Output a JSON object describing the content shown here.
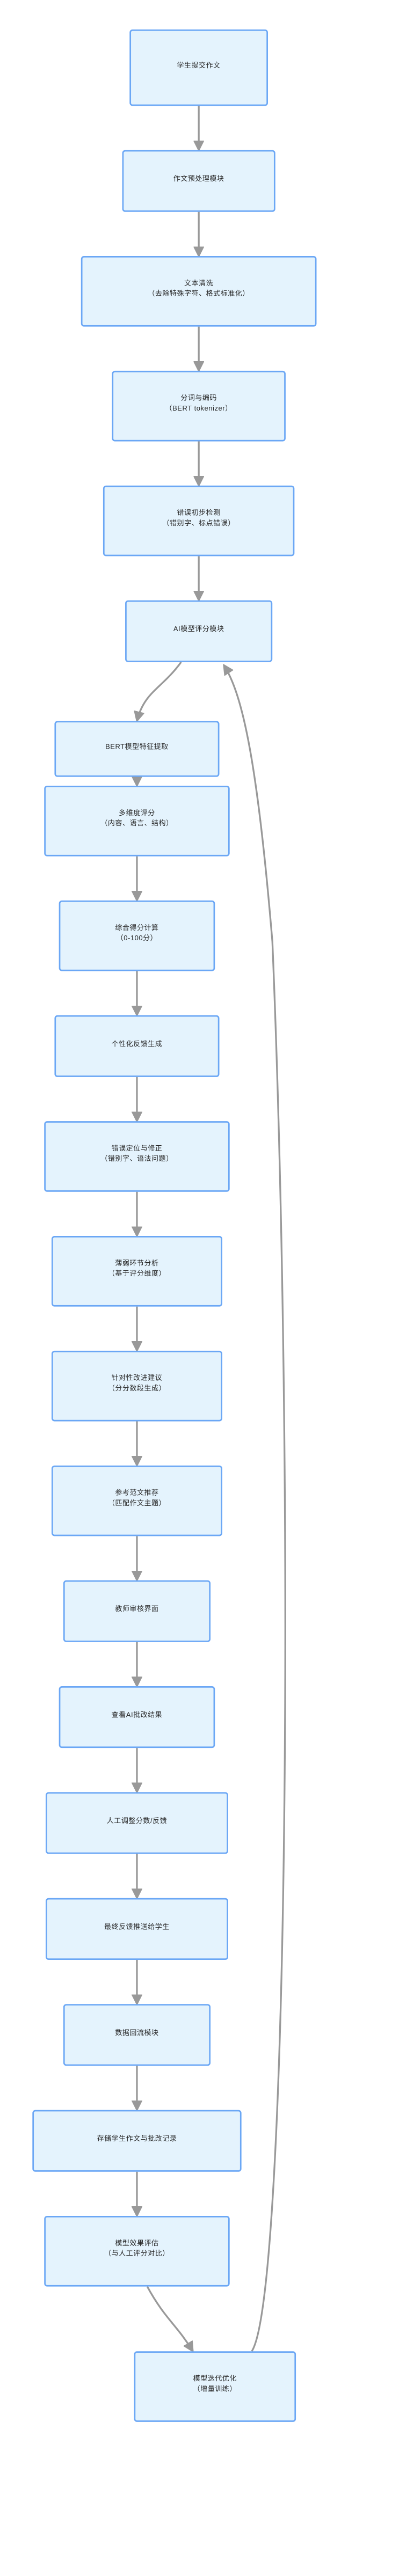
{
  "diagram": {
    "type": "flowchart",
    "direction": "top-to-bottom",
    "title": "",
    "theme": {
      "node_fill": "#e4f3fd",
      "node_border": "#6ba7f5",
      "edge_color": "#999999",
      "text_color": "#262626",
      "background": "#ffffff"
    },
    "nodes": [
      {
        "id": "n1",
        "line1": "学生提交作文",
        "line2": ""
      },
      {
        "id": "n2",
        "line1": "作文预处理模块",
        "line2": ""
      },
      {
        "id": "n3",
        "line1": "文本清洗",
        "line2": "（去除特殊字符、格式标准化）"
      },
      {
        "id": "n4",
        "line1": "分词与编码",
        "line2": "（BERT tokenizer）"
      },
      {
        "id": "n5",
        "line1": "错误初步检测",
        "line2": "（错别字、标点错误）"
      },
      {
        "id": "n6",
        "line1": "AI模型评分模块",
        "line2": ""
      },
      {
        "id": "n7",
        "line1": "BERT模型特征提取",
        "line2": ""
      },
      {
        "id": "n8",
        "line1": "多维度评分",
        "line2": "（内容、语言、结构）"
      },
      {
        "id": "n9",
        "line1": "综合得分计算",
        "line2": "（0-100分）"
      },
      {
        "id": "n10",
        "line1": "个性化反馈生成",
        "line2": ""
      },
      {
        "id": "n11",
        "line1": "错误定位与修正",
        "line2": "（错别字、语法问题）"
      },
      {
        "id": "n12",
        "line1": "薄弱环节分析",
        "line2": "（基于评分维度）"
      },
      {
        "id": "n13",
        "line1": "针对性改进建议",
        "line2": "（分分数段生成）"
      },
      {
        "id": "n14",
        "line1": "参考范文推荐",
        "line2": "（匹配作文主题）"
      },
      {
        "id": "n15",
        "line1": "教师审核界面",
        "line2": ""
      },
      {
        "id": "n16",
        "line1": "查看AI批改结果",
        "line2": ""
      },
      {
        "id": "n17",
        "line1": "人工调整分数/反馈",
        "line2": ""
      },
      {
        "id": "n18",
        "line1": "最终反馈推送给学生",
        "line2": ""
      },
      {
        "id": "n19",
        "line1": "数据回流模块",
        "line2": ""
      },
      {
        "id": "n20",
        "line1": "存储学生作文与批改记录",
        "line2": ""
      },
      {
        "id": "n21",
        "line1": "模型效果评估",
        "line2": "（与人工评分对比）"
      },
      {
        "id": "n22",
        "line1": "模型迭代优化",
        "line2": "（增量训练）"
      }
    ],
    "edges": [
      {
        "from": "n1",
        "to": "n2"
      },
      {
        "from": "n2",
        "to": "n3"
      },
      {
        "from": "n3",
        "to": "n4"
      },
      {
        "from": "n4",
        "to": "n5"
      },
      {
        "from": "n5",
        "to": "n6"
      },
      {
        "from": "n6",
        "to": "n7"
      },
      {
        "from": "n7",
        "to": "n8"
      },
      {
        "from": "n8",
        "to": "n9"
      },
      {
        "from": "n9",
        "to": "n10"
      },
      {
        "from": "n10",
        "to": "n11"
      },
      {
        "from": "n11",
        "to": "n12"
      },
      {
        "from": "n12",
        "to": "n13"
      },
      {
        "from": "n13",
        "to": "n14"
      },
      {
        "from": "n14",
        "to": "n15"
      },
      {
        "from": "n15",
        "to": "n16"
      },
      {
        "from": "n16",
        "to": "n17"
      },
      {
        "from": "n17",
        "to": "n18"
      },
      {
        "from": "n18",
        "to": "n19"
      },
      {
        "from": "n19",
        "to": "n20"
      },
      {
        "from": "n20",
        "to": "n21"
      },
      {
        "from": "n21",
        "to": "n22"
      },
      {
        "from": "n22",
        "to": "n6",
        "style": "loop-back"
      }
    ]
  }
}
